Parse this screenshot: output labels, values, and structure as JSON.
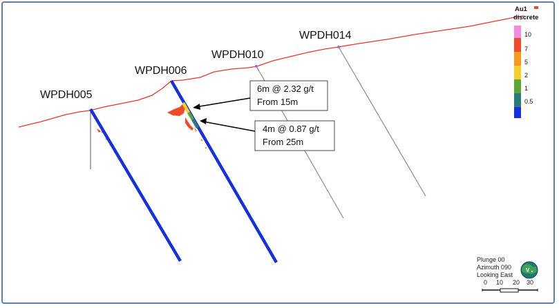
{
  "holes": [
    {
      "id": "WPDH005"
    },
    {
      "id": "WPDH006"
    },
    {
      "id": "WPDH010"
    },
    {
      "id": "WPDH014"
    }
  ],
  "callouts": [
    {
      "line1": "6m @ 2.32 g/t",
      "line2": "From 15m"
    },
    {
      "line1": "4m @ 0.87 g/t",
      "line2": "From 25m"
    }
  ],
  "legend": {
    "title_line1": "Au1",
    "title_line2": "discrete",
    "bins": [
      {
        "label": "10",
        "color": "#f28ce0"
      },
      {
        "label": "7",
        "color": "#ef4a2a"
      },
      {
        "label": "5",
        "color": "#f59a1c"
      },
      {
        "label": "2",
        "color": "#f2d02a"
      },
      {
        "label": "1",
        "color": "#5aa82f"
      },
      {
        "label": "0.5",
        "color": "#2d7a7a"
      },
      {
        "label": "",
        "color": "#1530e0"
      }
    ]
  },
  "orientation": {
    "plunge": "Plunge 00",
    "azimuth": "Azimuth 090",
    "looking": "Looking East",
    "scale_ticks": [
      "0",
      "10",
      "20",
      "30"
    ]
  },
  "colors": {
    "topography": "#e8352f",
    "drillhole_trace": "#1530e0",
    "survey_line": "#8a8a8a",
    "frame": "#5b7fb3"
  }
}
